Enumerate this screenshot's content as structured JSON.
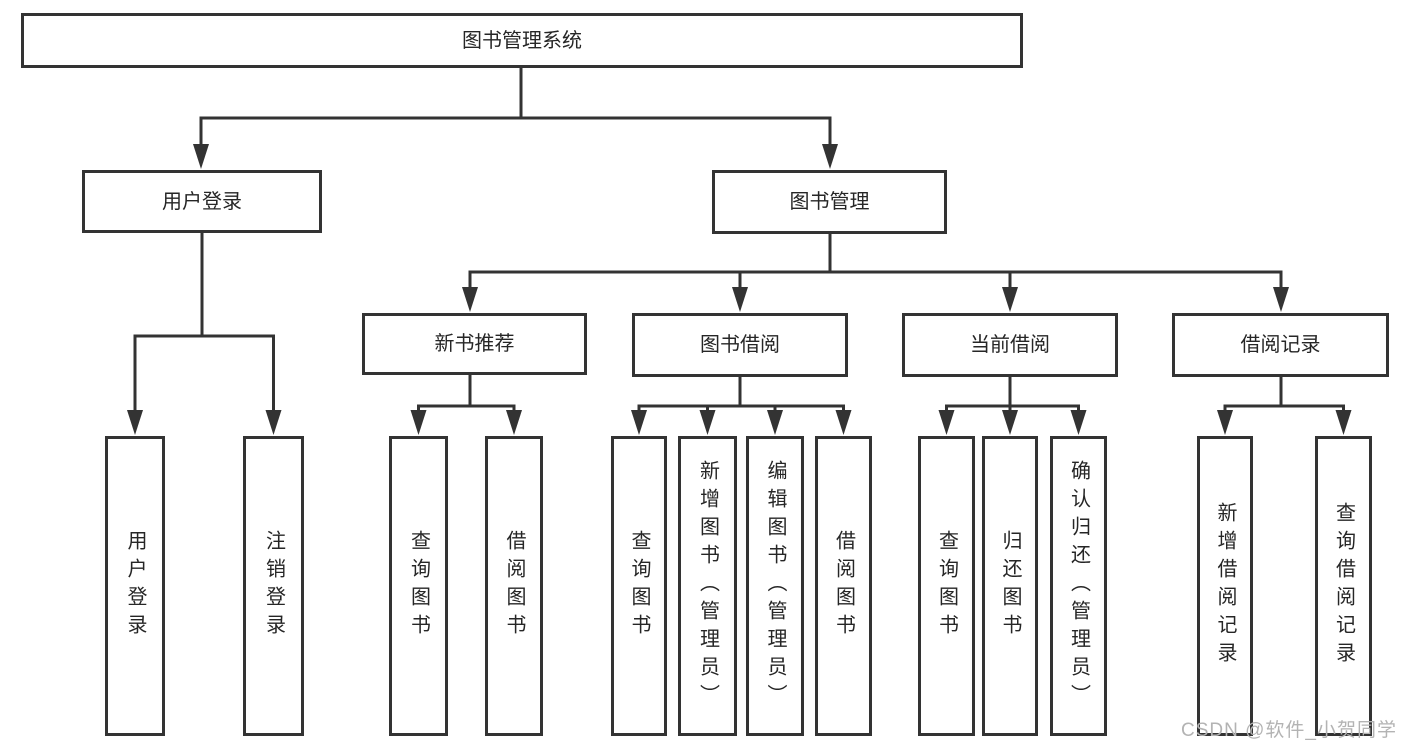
{
  "tree": {
    "label": "图书管理系统",
    "children": [
      {
        "label": "用户登录",
        "children": [
          {
            "label": "用户登录"
          },
          {
            "label": "注销登录"
          }
        ]
      },
      {
        "label": "图书管理",
        "children": [
          {
            "label": "新书推荐",
            "children": [
              {
                "label": "查询图书"
              },
              {
                "label": "借阅图书"
              }
            ]
          },
          {
            "label": "图书借阅",
            "children": [
              {
                "label": "查询图书"
              },
              {
                "label": "新增图书（管理员）"
              },
              {
                "label": "编辑图书（管理员）"
              },
              {
                "label": "借阅图书"
              }
            ]
          },
          {
            "label": "当前借阅",
            "children": [
              {
                "label": "查询图书"
              },
              {
                "label": "归还图书"
              },
              {
                "label": "确认归还（管理员）"
              }
            ]
          },
          {
            "label": "借阅记录",
            "children": [
              {
                "label": "新增借阅记录"
              },
              {
                "label": "查询借阅记录"
              }
            ]
          }
        ]
      }
    ]
  },
  "watermark": {
    "text": "CSDN @软件_小贺同学"
  },
  "colors": {
    "line": "#333333",
    "text": "#262626",
    "box_fill": "#ffffff",
    "watermark": "#b3b3b3",
    "background": "#ffffff"
  }
}
